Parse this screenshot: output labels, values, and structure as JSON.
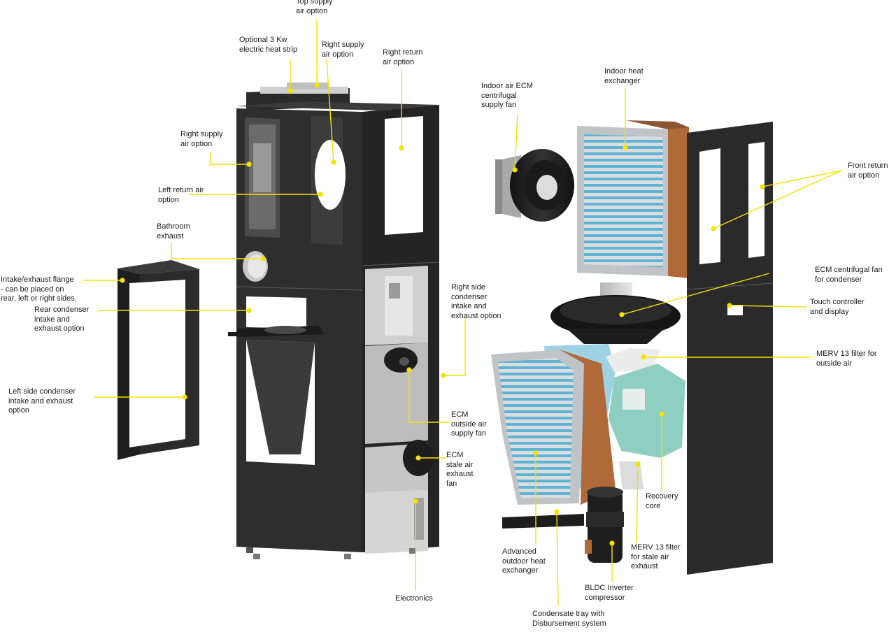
{
  "colors": {
    "leader": "#f4e300",
    "cabinet": "#2b2b2b",
    "cabinet_edge": "#3a3a3a",
    "coil_blue": "#5fb3d3",
    "copper": "#b06a3a",
    "recovery_core": "#8fcfc2",
    "filter": "#eeeeee",
    "label_text": "#1a1a1a"
  },
  "labels": {
    "top_supply": "Top supply\nair option",
    "heat_strip": "Optional 3 Kw\nelectric heat strip",
    "right_supply_top": "Right supply\nair option",
    "right_return": "Right return\nair option",
    "right_supply_side": "Right supply\nair option",
    "left_return": "Left return air\noption",
    "bathroom_exhaust": "Bathroom\nexhaust",
    "intake_flange": "Intake/exhaust flange\n- can be placed on\nrear, left or right sides.",
    "rear_condenser": "Rear condenser\nintake and\nexhaust option",
    "left_condenser": "Left side condenser\nintake and exhaust\noption",
    "right_condenser": "Right side\ncondenser\nintake and\nexhaust option",
    "ecm_outside": "ECM\noutside air\nsupply fan",
    "ecm_stale": "ECM\nstale air\nexhaust\nfan",
    "electronics": "Electronics",
    "indoor_fan": "Indoor air ECM\ncentrifugal\nsupply fan",
    "indoor_hx": "Indoor heat\nexchanger",
    "front_return": "Front return\nair option",
    "ecm_condenser_fan": "ECM centrifugal fan\nfor condenser",
    "touch_controller": "Touch controller\nand display",
    "merv_outside": "MERV 13 filter for\noutside air",
    "recovery_core": "Recovery\ncore",
    "merv_stale": "MERV 13 filter\nfor stale air\nexhaust",
    "compressor": "BLDC Inverter\ncompressor",
    "outdoor_hx": "Advanced\noutdoor heat\nexchanger",
    "condensate_tray": "Condensate tray with\nDisbursement system"
  }
}
